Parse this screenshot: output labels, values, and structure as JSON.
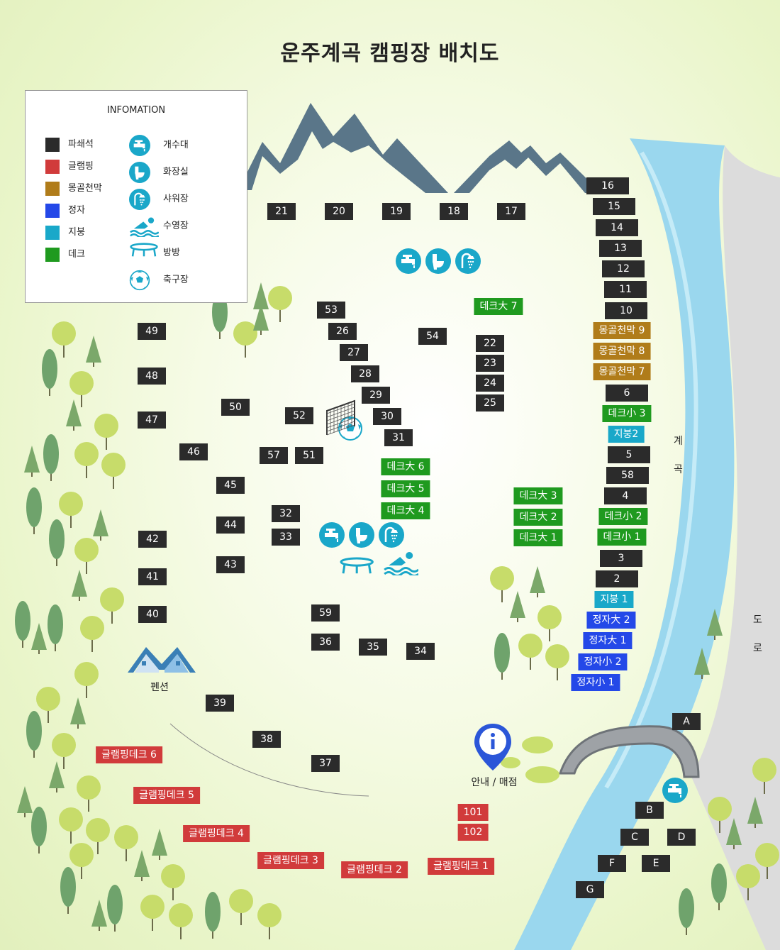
{
  "title": "운주계곡 캠핑장 배치도",
  "legend": {
    "title": "INFOMATION",
    "types": [
      {
        "label": "파쇄석",
        "color": "#2b2b2b"
      },
      {
        "label": "글램핑",
        "color": "#d13b3b"
      },
      {
        "label": "몽골천막",
        "color": "#b07c1a"
      },
      {
        "label": "정자",
        "color": "#2448e8"
      },
      {
        "label": "지붕",
        "color": "#19a8c9"
      },
      {
        "label": "데크",
        "color": "#1f9a1f"
      }
    ],
    "facilities": [
      {
        "label": "개수대",
        "icon": "faucet-icon"
      },
      {
        "label": "화장실",
        "icon": "toilet-icon"
      },
      {
        "label": "샤워장",
        "icon": "shower-icon"
      },
      {
        "label": "수영장",
        "icon": "swimmer-icon"
      },
      {
        "label": "방방",
        "icon": "trampoline-icon"
      },
      {
        "label": "축구장",
        "icon": "soccer-ball-icon"
      }
    ]
  },
  "labels": {
    "pension": "펜션",
    "info": "안내 / 매점",
    "stream": [
      "계",
      "곡"
    ],
    "road": [
      "도",
      "로"
    ]
  },
  "sites": [
    {
      "label": "21",
      "type": "pa"
    },
    {
      "label": "20",
      "type": "pa"
    },
    {
      "label": "19",
      "type": "pa"
    },
    {
      "label": "18",
      "type": "pa"
    },
    {
      "label": "17",
      "type": "pa"
    },
    {
      "label": "16",
      "type": "pa"
    },
    {
      "label": "15",
      "type": "pa"
    },
    {
      "label": "14",
      "type": "pa"
    },
    {
      "label": "13",
      "type": "pa"
    },
    {
      "label": "12",
      "type": "pa"
    },
    {
      "label": "11",
      "type": "pa"
    },
    {
      "label": "10",
      "type": "pa"
    },
    {
      "label": "몽골천막 9",
      "type": "mg"
    },
    {
      "label": "몽골천막 8",
      "type": "mg"
    },
    {
      "label": "몽골천막 7",
      "type": "mg"
    },
    {
      "label": "6",
      "type": "pa"
    },
    {
      "label": "데크小 3",
      "type": "dk"
    },
    {
      "label": "지붕2",
      "type": "jb"
    },
    {
      "label": "5",
      "type": "pa"
    },
    {
      "label": "58",
      "type": "pa"
    },
    {
      "label": "4",
      "type": "pa"
    },
    {
      "label": "데크小 2",
      "type": "dk"
    },
    {
      "label": "데크小 1",
      "type": "dk"
    },
    {
      "label": "3",
      "type": "pa"
    },
    {
      "label": "2",
      "type": "pa"
    },
    {
      "label": "지붕 1",
      "type": "jb"
    },
    {
      "label": "정자大 2",
      "type": "jj"
    },
    {
      "label": "정자大 1",
      "type": "jj"
    },
    {
      "label": "정자小 2",
      "type": "jj"
    },
    {
      "label": "정자小 1",
      "type": "jj"
    },
    {
      "label": "데크大 7",
      "type": "dk"
    },
    {
      "label": "53",
      "type": "pa"
    },
    {
      "label": "26",
      "type": "pa"
    },
    {
      "label": "27",
      "type": "pa"
    },
    {
      "label": "28",
      "type": "pa"
    },
    {
      "label": "29",
      "type": "pa"
    },
    {
      "label": "30",
      "type": "pa"
    },
    {
      "label": "31",
      "type": "pa"
    },
    {
      "label": "54",
      "type": "pa"
    },
    {
      "label": "22",
      "type": "pa"
    },
    {
      "label": "23",
      "type": "pa"
    },
    {
      "label": "24",
      "type": "pa"
    },
    {
      "label": "25",
      "type": "pa"
    },
    {
      "label": "49",
      "type": "pa"
    },
    {
      "label": "48",
      "type": "pa"
    },
    {
      "label": "47",
      "type": "pa"
    },
    {
      "label": "50",
      "type": "pa"
    },
    {
      "label": "52",
      "type": "pa"
    },
    {
      "label": "46",
      "type": "pa"
    },
    {
      "label": "57",
      "type": "pa"
    },
    {
      "label": "51",
      "type": "pa"
    },
    {
      "label": "데크大 6",
      "type": "dk"
    },
    {
      "label": "데크大 5",
      "type": "dk"
    },
    {
      "label": "데크大 4",
      "type": "dk"
    },
    {
      "label": "데크大 3",
      "type": "dk"
    },
    {
      "label": "데크大 2",
      "type": "dk"
    },
    {
      "label": "데크大 1",
      "type": "dk"
    },
    {
      "label": "45",
      "type": "pa"
    },
    {
      "label": "44",
      "type": "pa"
    },
    {
      "label": "43",
      "type": "pa"
    },
    {
      "label": "42",
      "type": "pa"
    },
    {
      "label": "41",
      "type": "pa"
    },
    {
      "label": "40",
      "type": "pa"
    },
    {
      "label": "32",
      "type": "pa"
    },
    {
      "label": "33",
      "type": "pa"
    },
    {
      "label": "59",
      "type": "pa"
    },
    {
      "label": "36",
      "type": "pa"
    },
    {
      "label": "35",
      "type": "pa"
    },
    {
      "label": "34",
      "type": "pa"
    },
    {
      "label": "39",
      "type": "pa"
    },
    {
      "label": "38",
      "type": "pa"
    },
    {
      "label": "37",
      "type": "pa"
    },
    {
      "label": "글램핑데크 6",
      "type": "gl"
    },
    {
      "label": "글램핑데크 5",
      "type": "gl"
    },
    {
      "label": "글램핑데크 4",
      "type": "gl"
    },
    {
      "label": "글램핑데크 3",
      "type": "gl"
    },
    {
      "label": "글램핑데크 2",
      "type": "gl"
    },
    {
      "label": "글램핑데크 1",
      "type": "gl"
    },
    {
      "label": "101",
      "type": "gl"
    },
    {
      "label": "102",
      "type": "gl"
    },
    {
      "label": "A",
      "type": "pa"
    },
    {
      "label": "B",
      "type": "pa"
    },
    {
      "label": "C",
      "type": "pa"
    },
    {
      "label": "D",
      "type": "pa"
    },
    {
      "label": "F",
      "type": "pa"
    },
    {
      "label": "E",
      "type": "pa"
    },
    {
      "label": "G",
      "type": "pa"
    }
  ]
}
